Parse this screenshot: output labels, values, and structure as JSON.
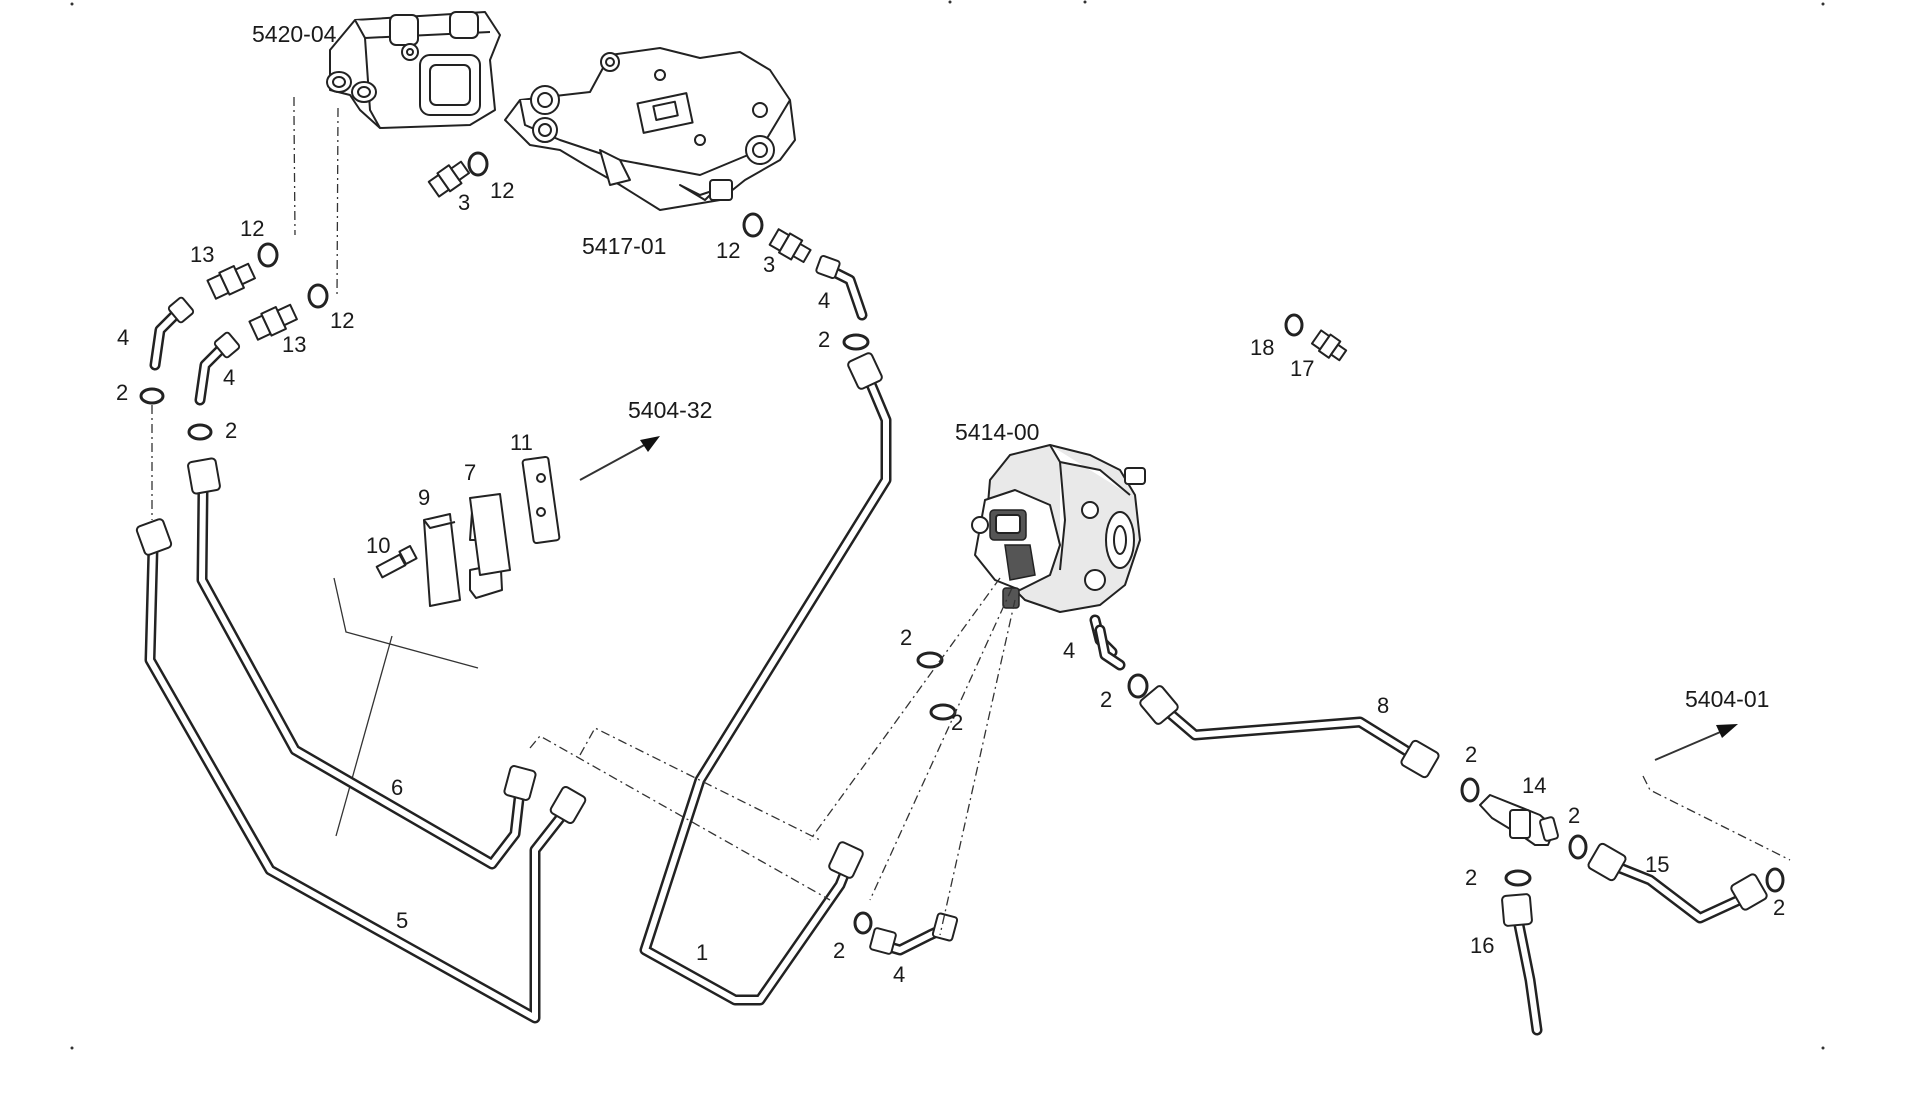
{
  "assemblies": {
    "a5420_04": "5420-04",
    "a5417_01": "5417-01",
    "a5404_32": "5404-32",
    "a5414_00": "5414-00",
    "a5404_01": "5404-01"
  },
  "callouts": {
    "c12_a": "12",
    "c12_b": "12",
    "c12_c": "12",
    "c12_d": "12",
    "c3_a": "3",
    "c3_b": "3",
    "c13_a": "13",
    "c13_b": "13",
    "c4_a": "4",
    "c4_b": "4",
    "c4_c": "4",
    "c4_d": "4",
    "c4_e": "4",
    "c2_a": "2",
    "c2_b": "2",
    "c2_c": "2",
    "c2_d": "2",
    "c2_e": "2",
    "c2_f": "2",
    "c2_g": "2",
    "c2_h": "2",
    "c2_i": "2",
    "c2_j": "2",
    "c2_k": "2",
    "c18": "18",
    "c17": "17",
    "c11": "11",
    "c7": "7",
    "c9": "9",
    "c10": "10",
    "c6": "6",
    "c5": "5",
    "c1": "1",
    "c8": "8",
    "c14": "14",
    "c15": "15",
    "c16": "16"
  }
}
